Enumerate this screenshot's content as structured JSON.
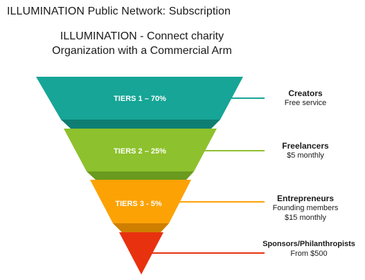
{
  "title": "ILLUMINATION Public Network: Subscription",
  "subtitle": [
    "ILLUMINATION - Connect charity",
    "Organization with a Commercial Arm"
  ],
  "tiers": [
    {
      "label": "TIERS 1 – 70%",
      "color": "#16a596",
      "rim": "#0f7e72"
    },
    {
      "label": "TIERS 2 – 25%",
      "color": "#8dc12d",
      "rim": "#6a9a1e"
    },
    {
      "label": "TIERS 3 - 5%",
      "color": "#fca205",
      "rim": "#cf7f00"
    },
    {
      "label": "",
      "color": "#e8310f",
      "rim": "#a81f08"
    }
  ],
  "segments": [
    {
      "title": "Creators",
      "lines": [
        "Free service"
      ],
      "color": "#16a596"
    },
    {
      "title": "Freelancers",
      "lines": [
        "$5 monthly"
      ],
      "color": "#8dc12d"
    },
    {
      "title": "Entrepreneurs",
      "lines": [
        "Founding members",
        "$15 monthly"
      ],
      "color": "#fca205"
    },
    {
      "title": "Sponsors/Philanthropists",
      "lines": [
        "From $500"
      ],
      "color": "#e8310f"
    }
  ]
}
